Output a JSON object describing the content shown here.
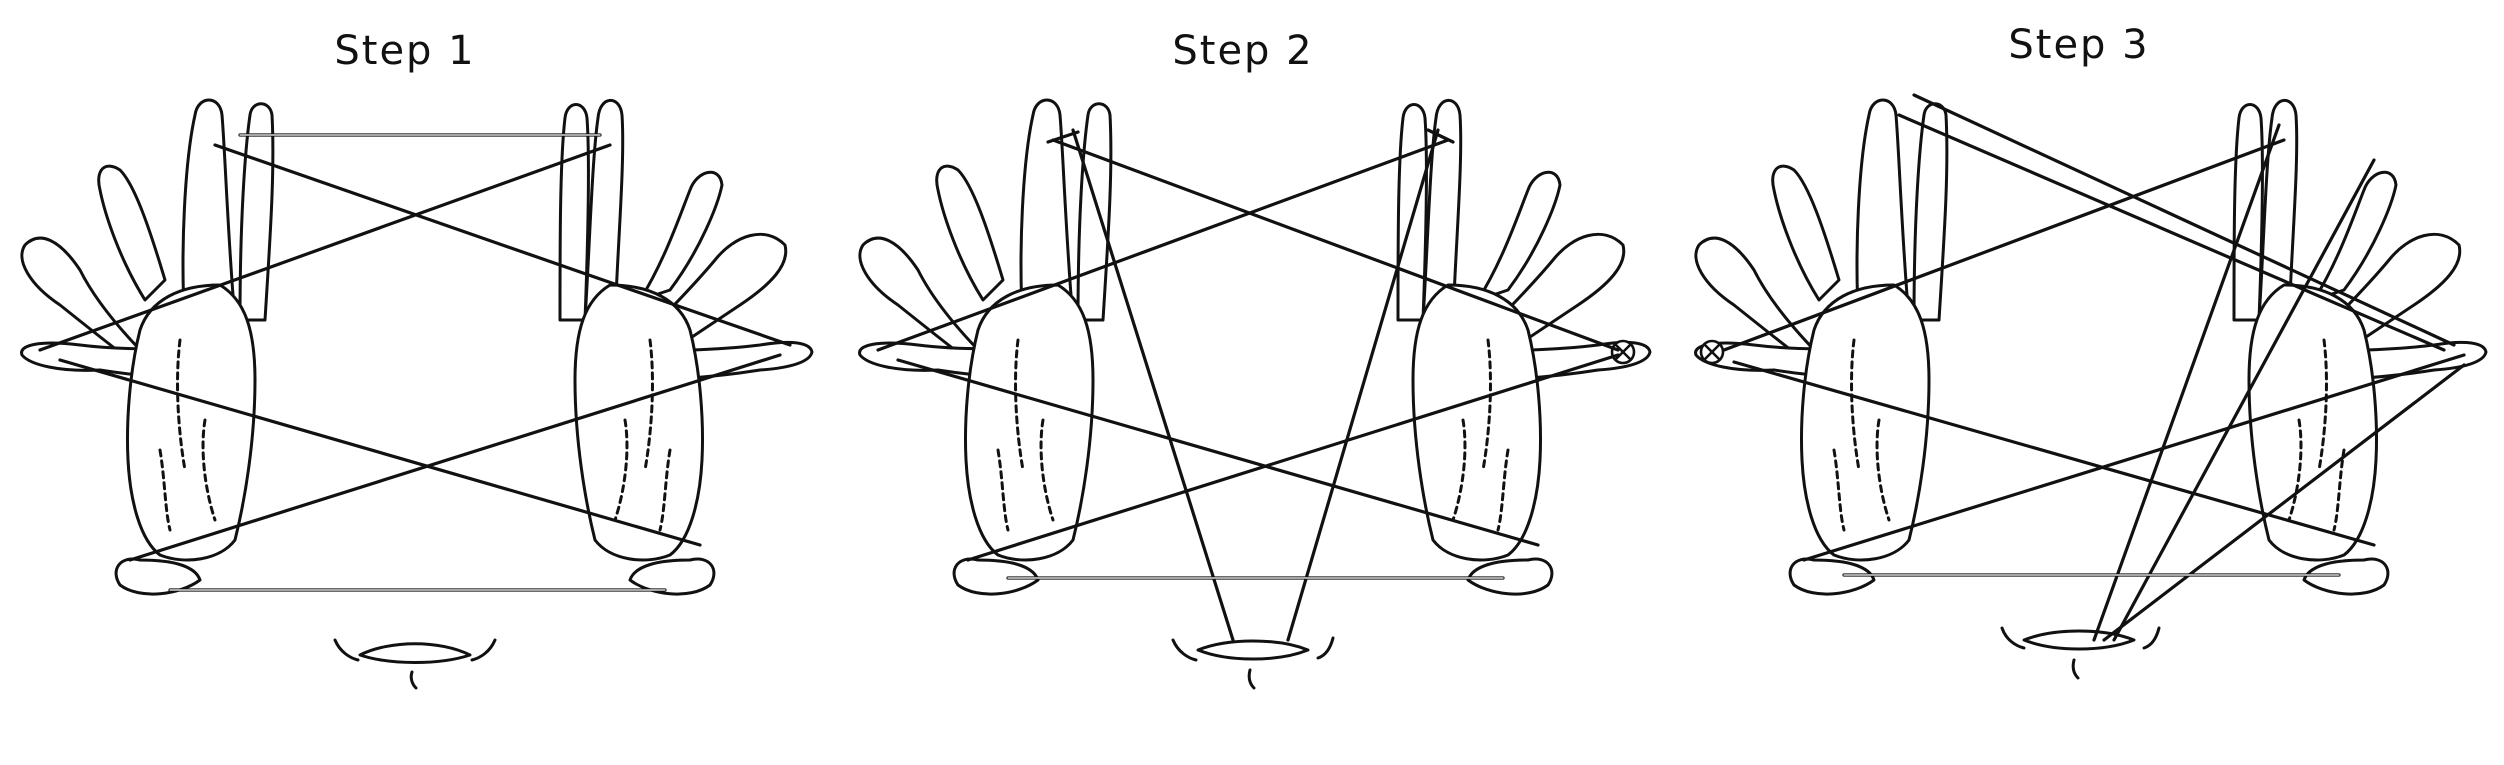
{
  "steps": [
    {
      "title": "Step 1"
    },
    {
      "title": "Step 2"
    },
    {
      "title": "Step 3"
    }
  ],
  "icons": {
    "hand": "hand-outline",
    "mouth": "mouth-outline",
    "marker": "circled-x-marker"
  },
  "colors": {
    "ink": "#111111",
    "background": "#ffffff"
  }
}
